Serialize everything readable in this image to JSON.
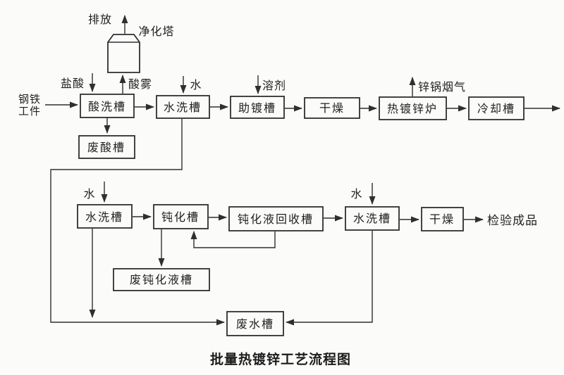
{
  "title": "批量热镀锌工艺流程图",
  "source": {
    "line1": "钢铁",
    "line2": "工件"
  },
  "boxes": {
    "pickling": "酸洗槽",
    "rinse1": "水洗槽",
    "flux": "助镀槽",
    "dry1": "干燥",
    "furnace": "热镀锌炉",
    "cooling": "冷却槽",
    "waste_acid": "废酸槽",
    "rinse2": "水洗槽",
    "passivation": "钝化槽",
    "recovery": "钝化液回收槽",
    "rinse3": "水洗槽",
    "dry2": "干燥",
    "waste_passivation": "废钝化液槽",
    "waste_water": "废水槽"
  },
  "labels": {
    "discharge": "排放",
    "purification_tower": "净化塔",
    "hydrochloric_acid": "盐酸",
    "acid_mist": "酸雾",
    "water_top": "水",
    "solvent": "溶剂",
    "zinc_pot_fume": "锌锅烟气",
    "water_bottom_left": "水",
    "water_bottom_right": "水",
    "inspect_product": "检验成品"
  },
  "colors": {
    "line": "#2f2f2f",
    "background": "#fbfbfa",
    "text": "#222222"
  }
}
